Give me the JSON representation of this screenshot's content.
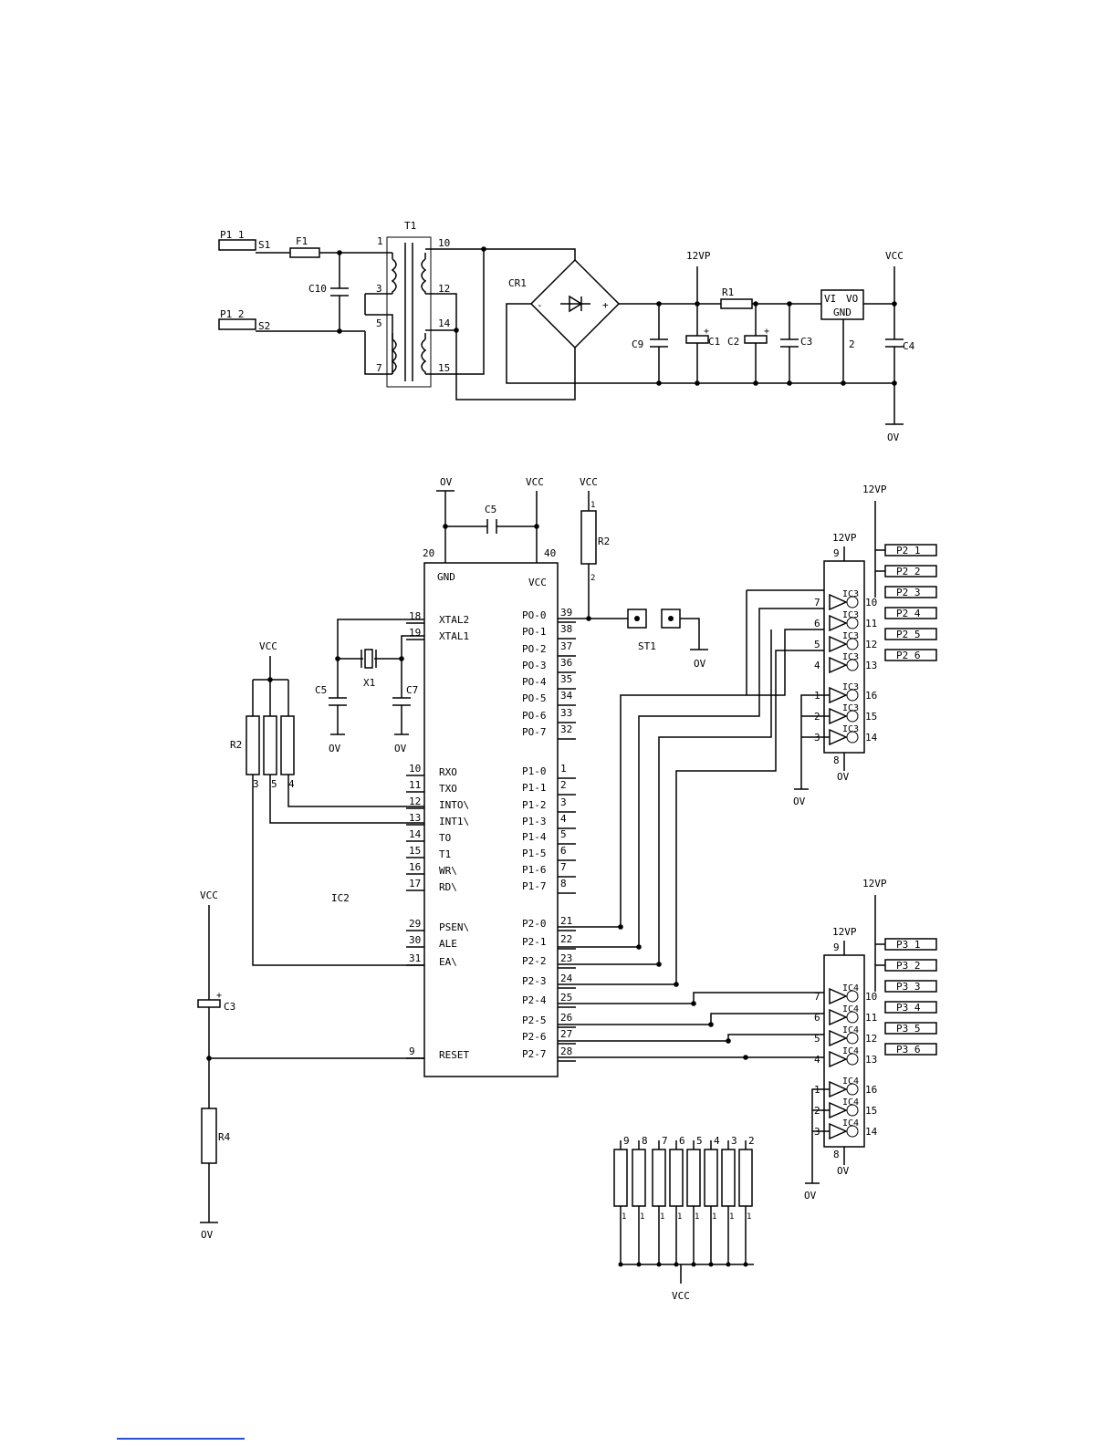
{
  "schematic": {
    "power": {
      "p1_1": "P1 1",
      "s1": "S1",
      "f1": "F1",
      "p1_2": "P1 2",
      "s2": "S2",
      "c10": "C10",
      "t1": "T1",
      "t1_pins": [
        "1",
        "3",
        "5",
        "7",
        "10",
        "12",
        "14",
        "15"
      ],
      "cr1": "CR1",
      "minus": "-",
      "plus": "+",
      "c9": "C9",
      "c1": "C1",
      "c2": "C2",
      "c3": "C3",
      "r1": "R1",
      "v12p": "12VP",
      "reg_vi": "VI",
      "reg_vo": "VO",
      "reg_gnd": "GND",
      "reg_pin2": "2",
      "vcc": "VCC",
      "c4": "C4",
      "ov": "OV"
    },
    "mcu": {
      "ic2": "IC2",
      "pin20": "20",
      "pin40": "40",
      "gnd": "GND",
      "vcc_label": "VCC",
      "c5": "C5",
      "left_pins": [
        {
          "num": "18",
          "name": "XTAL2"
        },
        {
          "num": "19",
          "name": "XTAL1"
        },
        {
          "num": "10",
          "name": "RXO"
        },
        {
          "num": "11",
          "name": "TXO"
        },
        {
          "num": "12",
          "name": "INTO\\"
        },
        {
          "num": "13",
          "name": "INT1\\"
        },
        {
          "num": "14",
          "name": "TO"
        },
        {
          "num": "15",
          "name": "T1"
        },
        {
          "num": "16",
          "name": "WR\\"
        },
        {
          "num": "17",
          "name": "RD\\"
        },
        {
          "num": "29",
          "name": "PSEN\\"
        },
        {
          "num": "30",
          "name": "ALE"
        },
        {
          "num": "31",
          "name": "EA\\"
        },
        {
          "num": "9",
          "name": "RESET"
        }
      ],
      "right_pins": [
        {
          "num": "39",
          "name": "PO-0"
        },
        {
          "num": "38",
          "name": "PO-1"
        },
        {
          "num": "37",
          "name": "PO-2"
        },
        {
          "num": "36",
          "name": "PO-3"
        },
        {
          "num": "35",
          "name": "PO-4"
        },
        {
          "num": "34",
          "name": "PO-5"
        },
        {
          "num": "33",
          "name": "PO-6"
        },
        {
          "num": "32",
          "name": "PO-7"
        },
        {
          "num": "1",
          "name": "P1-0"
        },
        {
          "num": "2",
          "name": "P1-1"
        },
        {
          "num": "3",
          "name": "P1-2"
        },
        {
          "num": "4",
          "name": "P1-3"
        },
        {
          "num": "5",
          "name": "P1-4"
        },
        {
          "num": "6",
          "name": "P1-5"
        },
        {
          "num": "7",
          "name": "P1-6"
        },
        {
          "num": "8",
          "name": "P1-7"
        },
        {
          "num": "21",
          "name": "P2-0"
        },
        {
          "num": "22",
          "name": "P2-1"
        },
        {
          "num": "23",
          "name": "P2-2"
        },
        {
          "num": "24",
          "name": "P2-3"
        },
        {
          "num": "25",
          "name": "P2-4"
        },
        {
          "num": "26",
          "name": "P2-5"
        },
        {
          "num": "27",
          "name": "P2-6"
        },
        {
          "num": "28",
          "name": "P2-7"
        }
      ],
      "r2": "R2",
      "r2_pin1": "1",
      "r2_pin2": "2",
      "st1": "ST1",
      "x1": "X1",
      "c5b": "C5",
      "c7": "C7",
      "rn_label": "R2",
      "rn_pins": [
        "3",
        "5",
        "4"
      ],
      "c3": "C3",
      "r4": "R4",
      "vcc": "VCC",
      "ov": "OV"
    },
    "ic3": {
      "name": "IC3",
      "v12p_top": "12VP",
      "v12p_chip": "12VP",
      "pin9": "9",
      "pin8": "8",
      "inputs": [
        "7",
        "6",
        "5",
        "4",
        "1",
        "2",
        "3"
      ],
      "outputs": [
        "10",
        "11",
        "12",
        "13",
        "16",
        "15",
        "14"
      ],
      "connectors": [
        "P2 1",
        "P2 2",
        "P2 3",
        "P2 4",
        "P2 5",
        "P2 6"
      ],
      "ov": "OV"
    },
    "ic4": {
      "name": "IC4",
      "v12p_top": "12VP",
      "v12p_chip": "12VP",
      "pin9": "9",
      "pin8": "8",
      "inputs": [
        "7",
        "6",
        "5",
        "4",
        "1",
        "2",
        "3"
      ],
      "outputs": [
        "10",
        "11",
        "12",
        "13",
        "16",
        "15",
        "14"
      ],
      "connectors": [
        "P3 1",
        "P3 2",
        "P3 3",
        "P3 4",
        "P3 5",
        "P3 6"
      ],
      "ov": "OV"
    },
    "rnet": {
      "top_pins": [
        "9",
        "8",
        "7",
        "6",
        "5",
        "4",
        "3",
        "2"
      ],
      "bottom_pins": [
        "1",
        "1",
        "1",
        "1",
        "1",
        "1",
        "1",
        "1"
      ],
      "vcc": "VCC"
    }
  }
}
